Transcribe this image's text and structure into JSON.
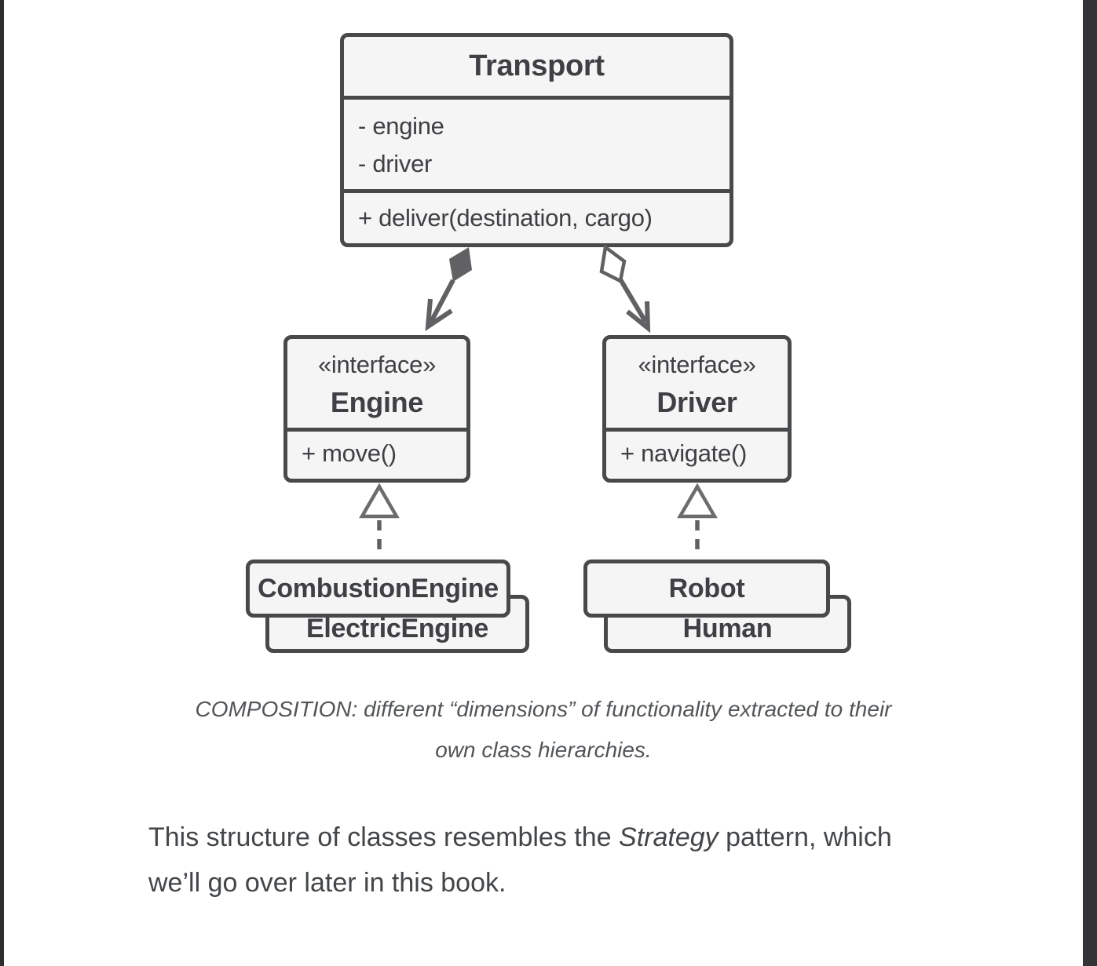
{
  "window": {
    "background": "#ffffff",
    "edge_left_color": "#2e2e31",
    "edge_right_color": "#343438"
  },
  "diagram": {
    "colors": {
      "box_fill": "#f5f5f6",
      "box_border": "#48494b",
      "box_text": "#3e4043",
      "connector": "#616164"
    },
    "transport": {
      "title": "Transport",
      "fields": [
        "- engine",
        "- driver"
      ],
      "method": "+ deliver(destination, cargo)"
    },
    "engine_interface": {
      "stereotype": "«interface»",
      "name": "Engine",
      "method": "+ move()"
    },
    "driver_interface": {
      "stereotype": "«interface»",
      "name": "Driver",
      "method": "+ navigate()"
    },
    "engine_impls": {
      "front": "CombustionEngine",
      "back": "ElectricEngine"
    },
    "driver_impls": {
      "front": "Robot",
      "back": "Human"
    },
    "relations": [
      {
        "type": "composition",
        "from": "Transport",
        "to": "Engine"
      },
      {
        "type": "aggregation",
        "from": "Transport",
        "to": "Driver"
      },
      {
        "type": "realization",
        "from": "CombustionEngine",
        "to": "Engine"
      },
      {
        "type": "realization",
        "from": "ElectricEngine",
        "to": "Engine"
      },
      {
        "type": "realization",
        "from": "Robot",
        "to": "Driver"
      },
      {
        "type": "realization",
        "from": "Human",
        "to": "Driver"
      }
    ]
  },
  "caption": {
    "line1": "COMPOSITION: different “dimensions” of functionality extracted to their",
    "line2": "own class hierarchies."
  },
  "paragraph": {
    "line1_before": "This structure of classes resembles the ",
    "line1_emphasis": "Strategy",
    "line1_after": " pattern, which",
    "line2": "we’ll go over later in this book."
  }
}
